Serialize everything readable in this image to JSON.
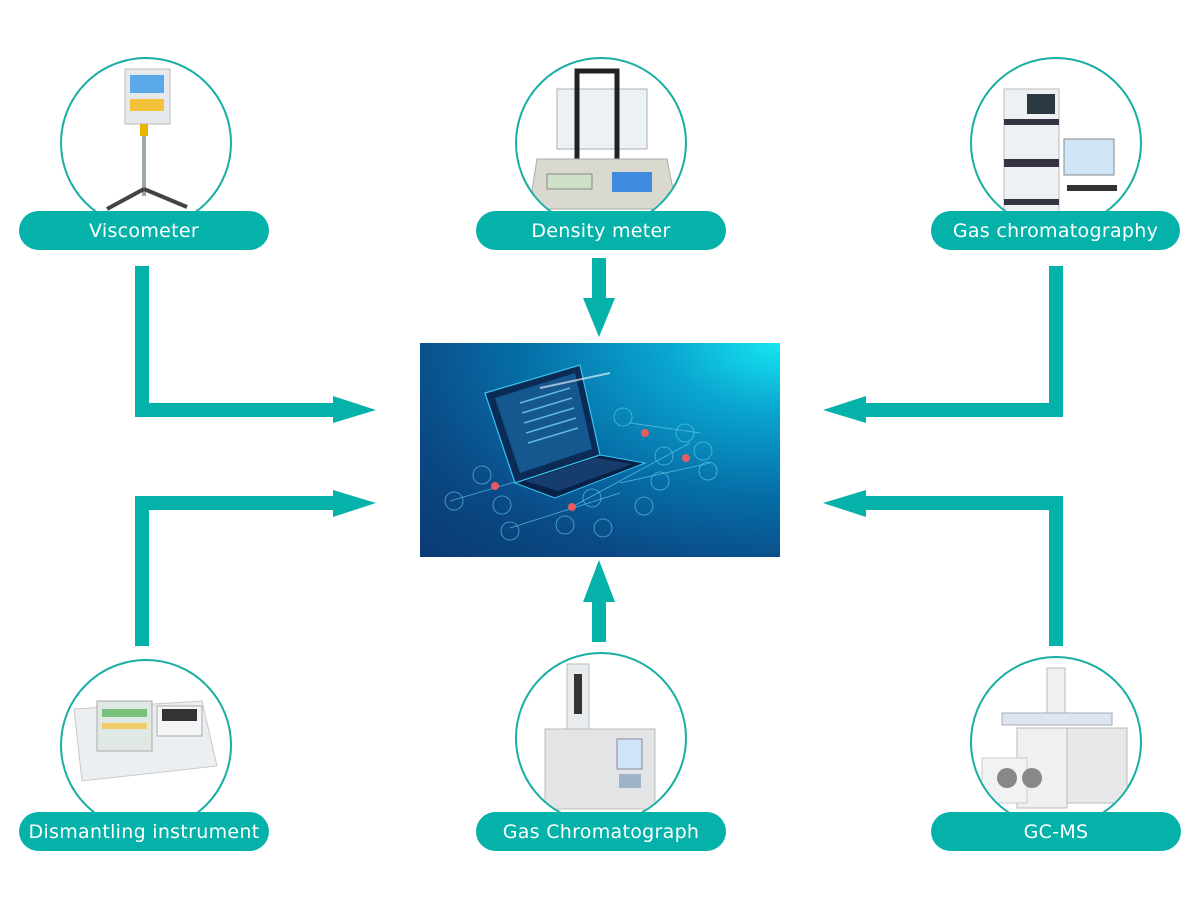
{
  "diagram": {
    "colors": {
      "accent": "#04b2aa",
      "circle_border": "#1aaea4",
      "hub_dark": "#0b3a72",
      "hub_light": "#16e6f2"
    },
    "hub": {
      "label": "laptop-data-network-illustration"
    },
    "nodes": [
      {
        "id": "viscometer",
        "label": "Viscometer",
        "icon": "viscometer-device-icon",
        "position": "top-left"
      },
      {
        "id": "density",
        "label": "Density meter",
        "icon": "density-meter-device-icon",
        "position": "top-center"
      },
      {
        "id": "gas-chromatography",
        "label": "Gas chromatography",
        "icon": "chromatography-system-icon",
        "position": "top-right"
      },
      {
        "id": "dismantling",
        "label": "Dismantling instrument",
        "icon": "refractometer-device-icon",
        "position": "bottom-left"
      },
      {
        "id": "gas-chromatograph",
        "label": "Gas Chromatograph",
        "icon": "gas-chromatograph-device-icon",
        "position": "bottom-center"
      },
      {
        "id": "gc-ms",
        "label": "GC-MS",
        "icon": "gc-ms-device-icon",
        "position": "bottom-right"
      }
    ],
    "edges": [
      {
        "from": "viscometer",
        "to": "hub"
      },
      {
        "from": "density",
        "to": "hub"
      },
      {
        "from": "gas-chromatography",
        "to": "hub"
      },
      {
        "from": "dismantling",
        "to": "hub"
      },
      {
        "from": "gas-chromatograph",
        "to": "hub"
      },
      {
        "from": "gc-ms",
        "to": "hub"
      }
    ]
  }
}
